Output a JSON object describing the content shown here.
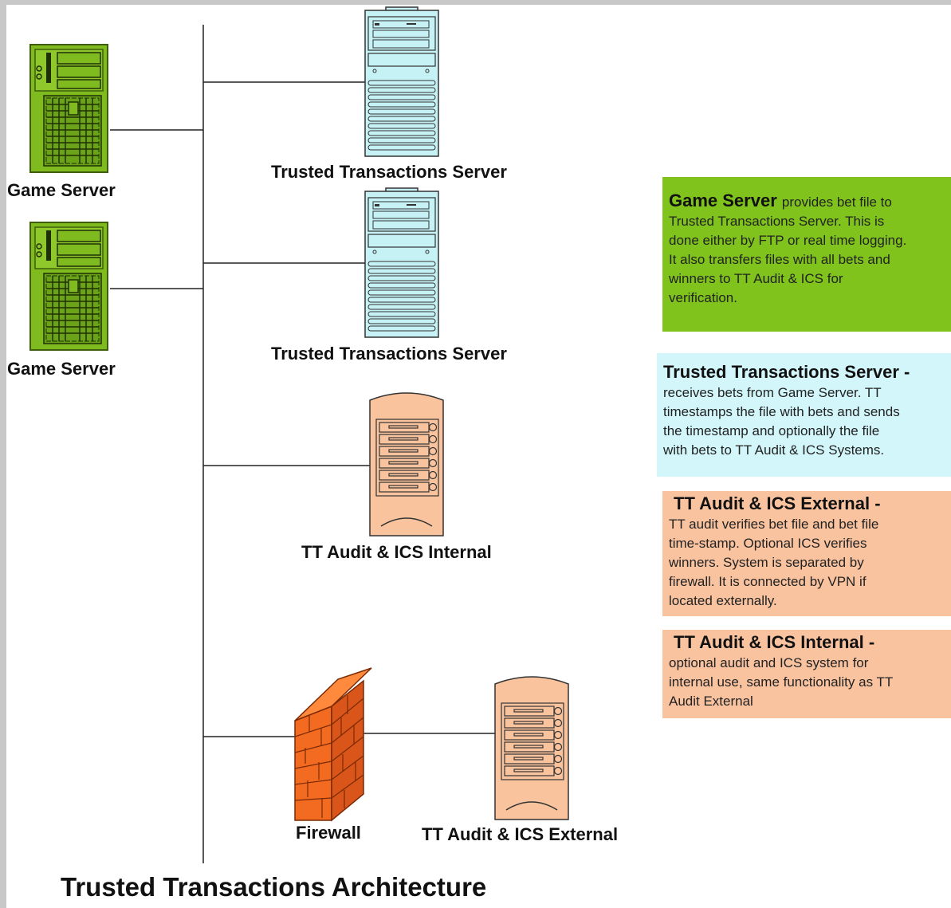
{
  "labels": {
    "game_server_1": "Game Server",
    "game_server_2": "Game Server",
    "tts_1": "Trusted Transactions Server",
    "tts_2": "Trusted Transactions Server",
    "audit_internal": "TT Audit & ICS Internal",
    "firewall": "Firewall",
    "audit_external": "TT Audit & ICS External"
  },
  "info_boxes": {
    "game_server": {
      "title": "Game Server",
      "lines": [
        "provides bet file to",
        "Trusted Transactions Server. This is",
        "done either by FTP or real time logging.",
        "It also transfers files with all bets and",
        "winners to TT Audit & ICS for",
        "verification."
      ]
    },
    "tts": {
      "title": "Trusted Transactions Server",
      "title_suffix": " -",
      "lines": [
        "receives bets from Game Server. TT",
        "timestamps the file with bets and sends",
        "the timestamp and optionally the file",
        "with bets to TT Audit & ICS Systems."
      ]
    },
    "audit_external": {
      "title": "TT Audit & ICS External -",
      "lines": [
        "TT audit verifies bet file and bet file",
        "time-stamp. Optional ICS verifies",
        "winners. System is separated by",
        "firewall. It is connected by VPN if",
        "located externally."
      ]
    },
    "audit_internal": {
      "title": "TT Audit & ICS Internal -",
      "lines": [
        "optional audit and ICS system for",
        "internal use, same functionality as TT",
        "Audit External"
      ]
    }
  },
  "title": "Trusted Transactions Architecture",
  "colors": {
    "game_server": "#7fba1e",
    "tts": "#c6f1f5",
    "audit": "#f8c39d",
    "firewall": "#f26b21",
    "box_green": "#7fc31c",
    "box_cyan": "#d2f6fa",
    "box_orange": "#f9c3a0"
  },
  "icons": [
    "game-server-icon",
    "trusted-transactions-server-icon",
    "tt-audit-server-icon",
    "firewall-icon"
  ]
}
